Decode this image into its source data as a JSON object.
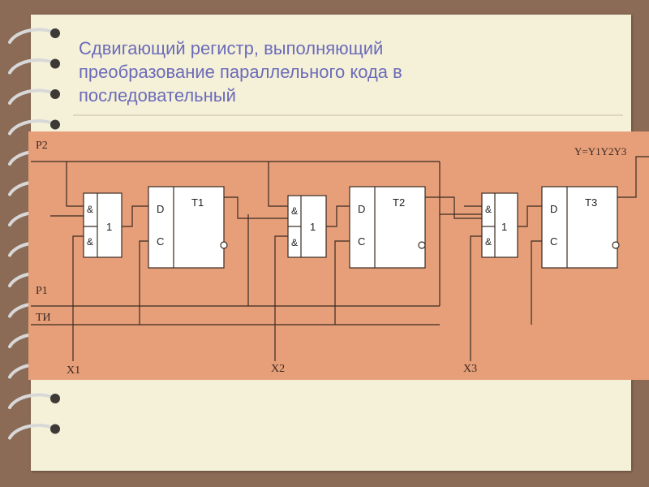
{
  "slide": {
    "title_line1": "Сдвигающий регистр, выполняющий",
    "title_line2": "преобразование параллельного кода в",
    "title_line3": "последовательный"
  },
  "diagram": {
    "signals": {
      "p2": "P2",
      "p1": "P1",
      "ti": "ТИ",
      "x1": "X1",
      "x2": "X2",
      "x3": "X3",
      "output": "Y=Y1Y2Y3"
    },
    "gate": {
      "and_symbol": "&",
      "or_symbol": "1"
    },
    "flipflop": {
      "d_label": "D",
      "c_label": "C"
    },
    "triggers": [
      "T1",
      "T2",
      "T3"
    ]
  },
  "colors": {
    "title": "#6b6bb8",
    "circuit_background": "#e79f79",
    "paper": "#f5f1d9",
    "backdrop": "#8b6b55"
  }
}
